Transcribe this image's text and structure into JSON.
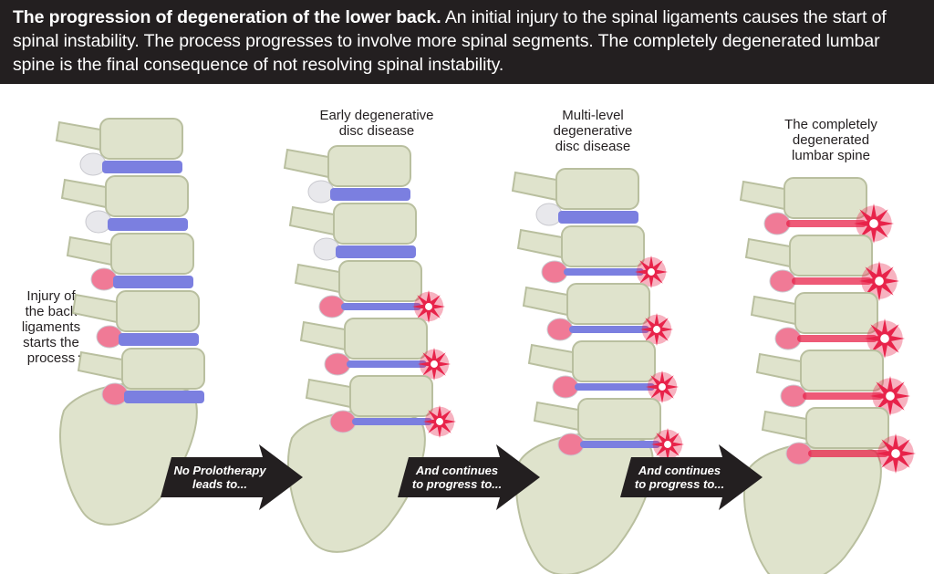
{
  "header": {
    "title": "The progression of degeneration of the lower back.",
    "body": " An initial injury to the spinal ligaments causes the start of spinal instability. The process progresses to involve more spinal segments. The completely degenerated lumbar spine is the final consequence of not resolving spinal instability."
  },
  "side_label": {
    "lines": [
      "Injury of",
      "the back",
      "ligaments",
      "starts the",
      "process"
    ]
  },
  "stages": [
    {
      "lines": [
        "Early degenerative",
        "disc disease"
      ]
    },
    {
      "lines": [
        "Multi-level",
        "degenerative",
        "disc disease"
      ]
    },
    {
      "lines": [
        "The completely",
        "degenerated",
        "lumbar spine"
      ]
    }
  ],
  "arrows": [
    {
      "lines": [
        "No Prolotherapy",
        "leads to..."
      ]
    },
    {
      "lines": [
        "And continues",
        "to progress to..."
      ]
    },
    {
      "lines": [
        "And continues",
        "to progress to..."
      ]
    }
  ],
  "colors": {
    "header_bg": "#231f20",
    "bone": "#dfe3cc",
    "bone_shadow": "#b9bf9f",
    "disc_healthy": "#7b7fe0",
    "ligament_healthy": "#e8e8ec",
    "inflamed": "#e8234a",
    "arrow": "#231f20"
  }
}
